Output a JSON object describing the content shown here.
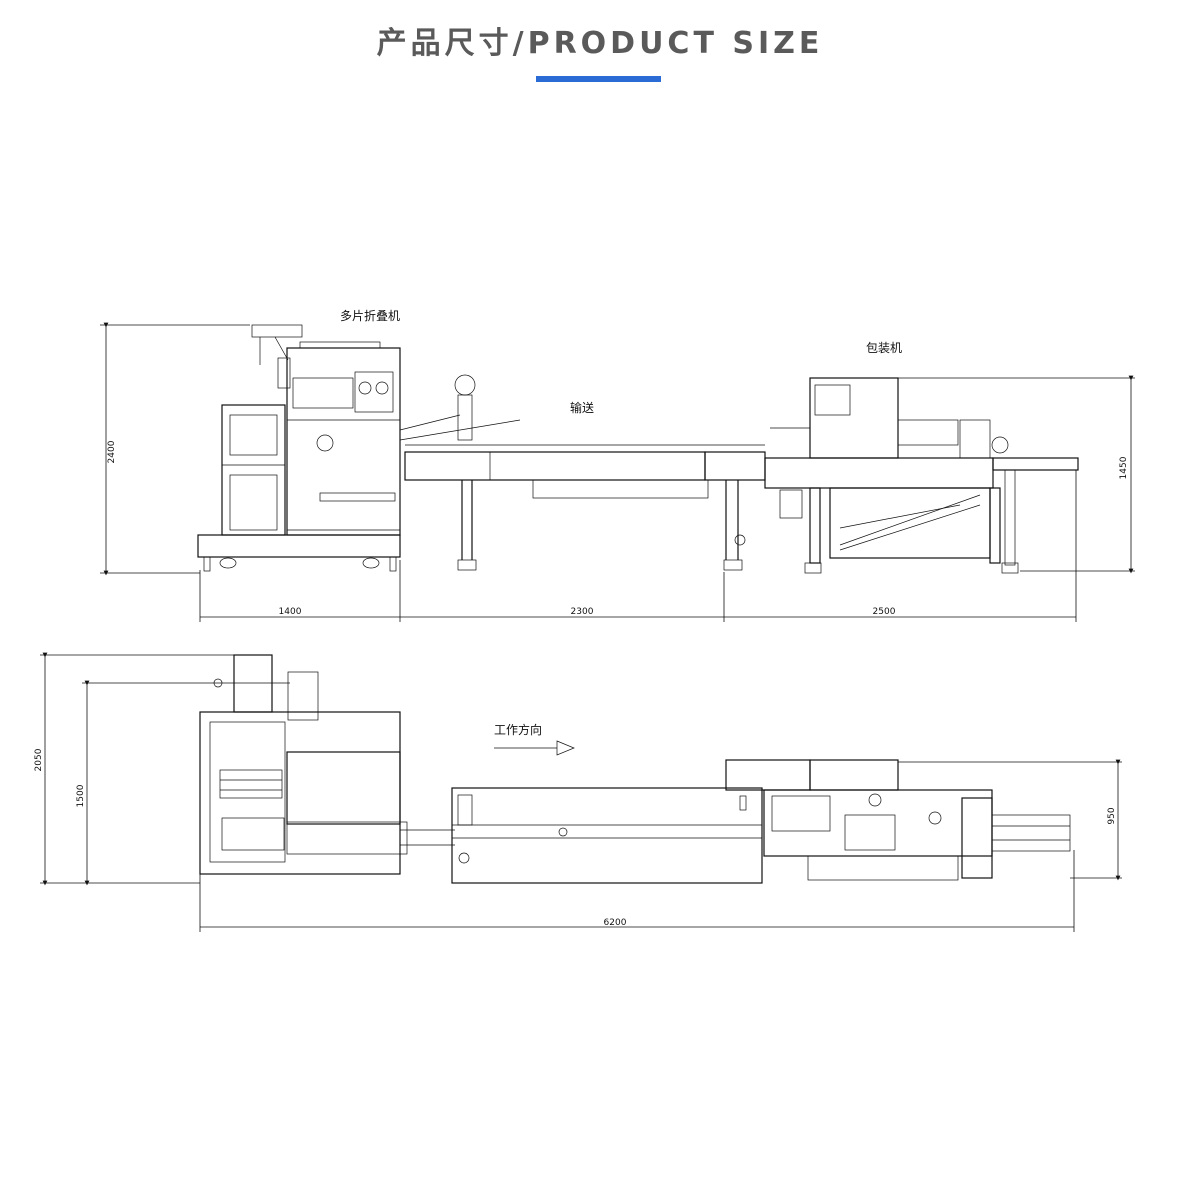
{
  "header": {
    "title": "产品尺寸/PRODUCT SIZE",
    "accent_color": "#2a6bd6"
  },
  "side_view": {
    "label_folder": "多片折叠机",
    "label_conveyor": "输送",
    "label_packer": "包装机",
    "dim_height_left": "2400",
    "dim_height_right": "1450",
    "dim_bottom_1": "1400",
    "dim_bottom_2": "2300",
    "dim_bottom_3": "2500"
  },
  "top_view": {
    "label_direction": "工作方向",
    "dim_height_outer": "2050",
    "dim_height_inner": "1500",
    "dim_height_right": "950",
    "dim_total_length": "6200"
  }
}
